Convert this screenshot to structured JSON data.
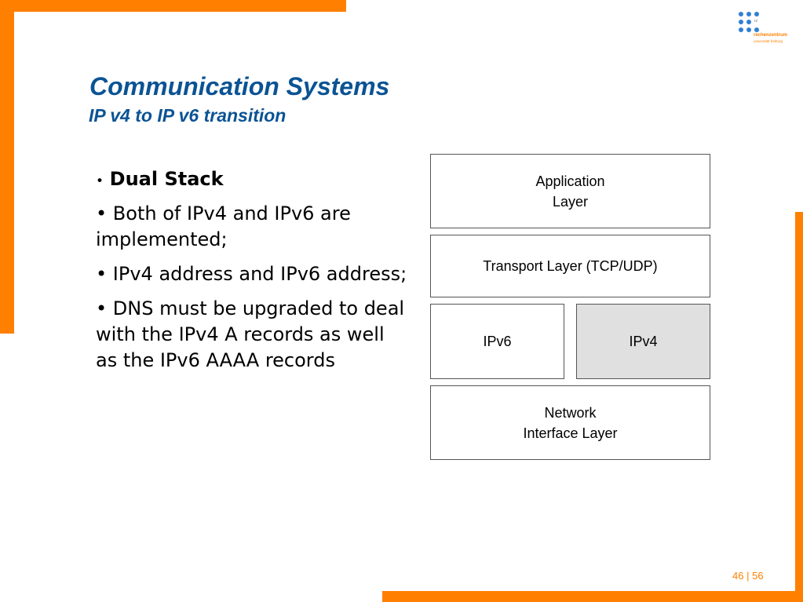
{
  "colors": {
    "accent": "#ff8000",
    "title": "#0b5394",
    "logo_dots": "#2f7fd4",
    "ipv4_fill": "#e0e0e0"
  },
  "logo": {
    "mark": "rz",
    "name": "rechenzentrum",
    "sub": "universität freiburg"
  },
  "slide": {
    "title": "Communication Systems",
    "subtitle": "IP v4 to IP v6 transition",
    "bullets": [
      {
        "marker": "•",
        "text": "Dual Stack"
      },
      {
        "marker": "•",
        "text": "Both of IPv4 and IPv6 are implemented;"
      },
      {
        "marker": "•",
        "text": "IPv4 address and IPv6 address;"
      },
      {
        "marker": "•",
        "text": "DNS must be upgraded to deal with the IPv4 A records as well as the IPv6 AAAA records"
      }
    ]
  },
  "diagram": {
    "application": "Application\nLayer",
    "transport": "Transport Layer (TCP/UDP)",
    "ipv6": "IPv6",
    "ipv4": "IPv4",
    "network": "Network\nInterface Layer"
  },
  "page": {
    "current": "46",
    "separator": "|",
    "total": "56"
  }
}
